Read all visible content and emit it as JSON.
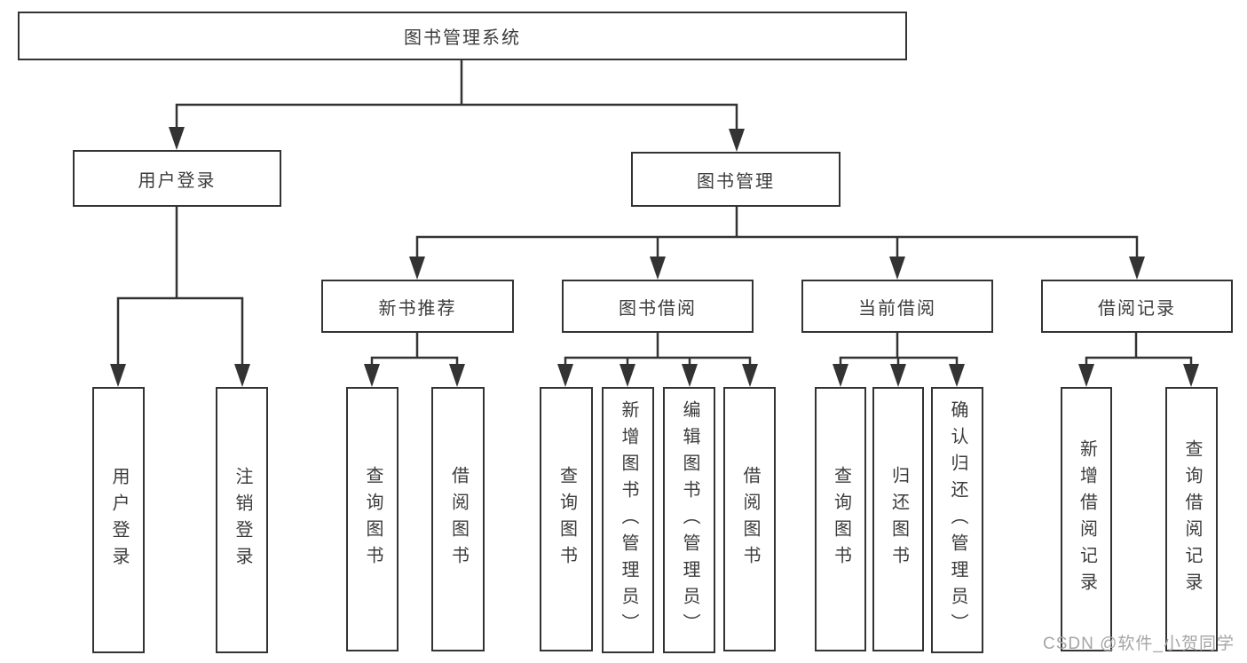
{
  "watermark": "CSDN @软件_小贺同学",
  "colors": {
    "line": "#333333",
    "text": "#3c3c3c",
    "watermark": "#a5a5a5",
    "background": "#ffffff"
  },
  "tree": {
    "label": "图书管理系统",
    "children": [
      {
        "label": "用户登录",
        "children": [
          {
            "label": "用户登录"
          },
          {
            "label": "注销登录"
          }
        ]
      },
      {
        "label": "图书管理",
        "children": [
          {
            "label": "新书推荐",
            "children": [
              {
                "label": "查询图书"
              },
              {
                "label": "借阅图书"
              }
            ]
          },
          {
            "label": "图书借阅",
            "children": [
              {
                "label": "查询图书"
              },
              {
                "label": "新增图书（管理员）"
              },
              {
                "label": "编辑图书（管理员）"
              },
              {
                "label": "借阅图书"
              }
            ]
          },
          {
            "label": "当前借阅",
            "children": [
              {
                "label": "查询图书"
              },
              {
                "label": "归还图书"
              },
              {
                "label": "确认归还（管理员）"
              }
            ]
          },
          {
            "label": "借阅记录",
            "children": [
              {
                "label": "新增借阅记录"
              },
              {
                "label": "查询借阅记录"
              }
            ]
          }
        ]
      }
    ]
  }
}
